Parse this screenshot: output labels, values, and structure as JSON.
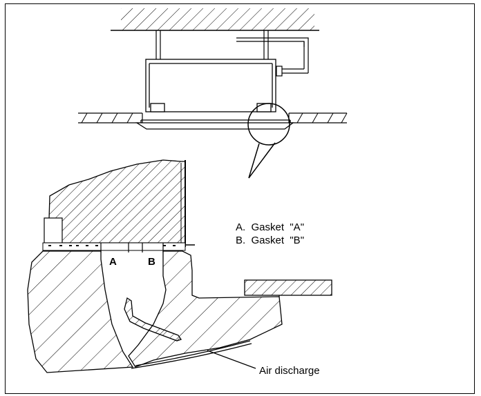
{
  "labels": {
    "legend_a": "A.  Gasket  \"A\"",
    "legend_b": "B.  Gasket  \"B\"",
    "marker_a": "A",
    "marker_b": "B",
    "air_discharge": "Air discharge"
  },
  "colors": {
    "line": "#000000",
    "background": "#ffffff"
  }
}
